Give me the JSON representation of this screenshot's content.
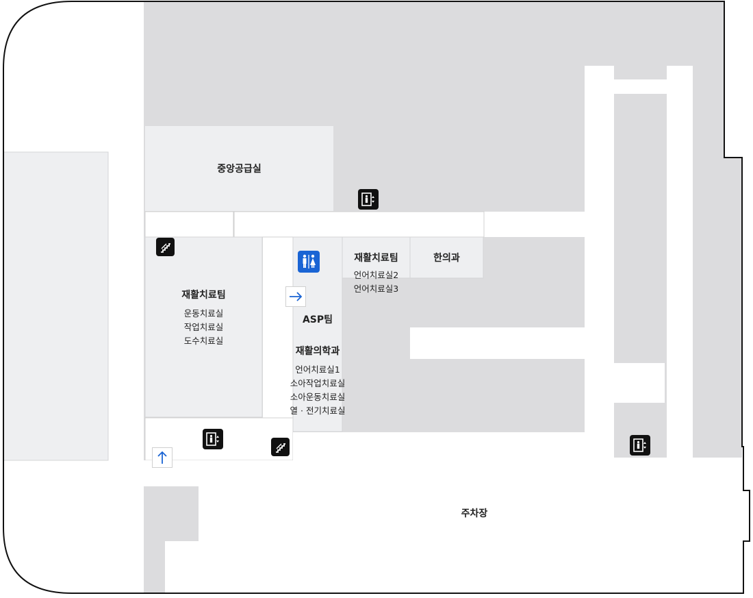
{
  "colors": {
    "background": "#ffffff",
    "building_gray": "#dcdcde",
    "room_light": "#eeeff1",
    "outline": "#111111",
    "restroom_blue": "#1a64d4",
    "arrow_blue": "#1a64d4"
  },
  "rooms": {
    "central_supply": {
      "title": "중앙공급실"
    },
    "rehab_team_left": {
      "title": "재활치료팀",
      "rooms": [
        "운동치료실",
        "작업치료실",
        "도수치료실"
      ]
    },
    "rehab_team_top": {
      "title": "재활치료팀",
      "rooms": [
        "언어치료실2",
        "언어치료실3"
      ]
    },
    "oriental_medicine": {
      "title": "한의과"
    },
    "asp_team": {
      "title": "ASP팀"
    },
    "rehab_medicine": {
      "title": "재활의학과",
      "rooms": [
        "언어치료실1",
        "소아작업치료실",
        "소아운동치료실",
        "열 · 전기치료실"
      ]
    },
    "parking": {
      "title": "주차장"
    }
  },
  "icons": {
    "elevator": "elevator-icon",
    "stairs": "stairs-icon",
    "restroom": "restroom-icon",
    "arrow_right": "arrow-right-icon",
    "arrow_up": "arrow-up-icon"
  }
}
